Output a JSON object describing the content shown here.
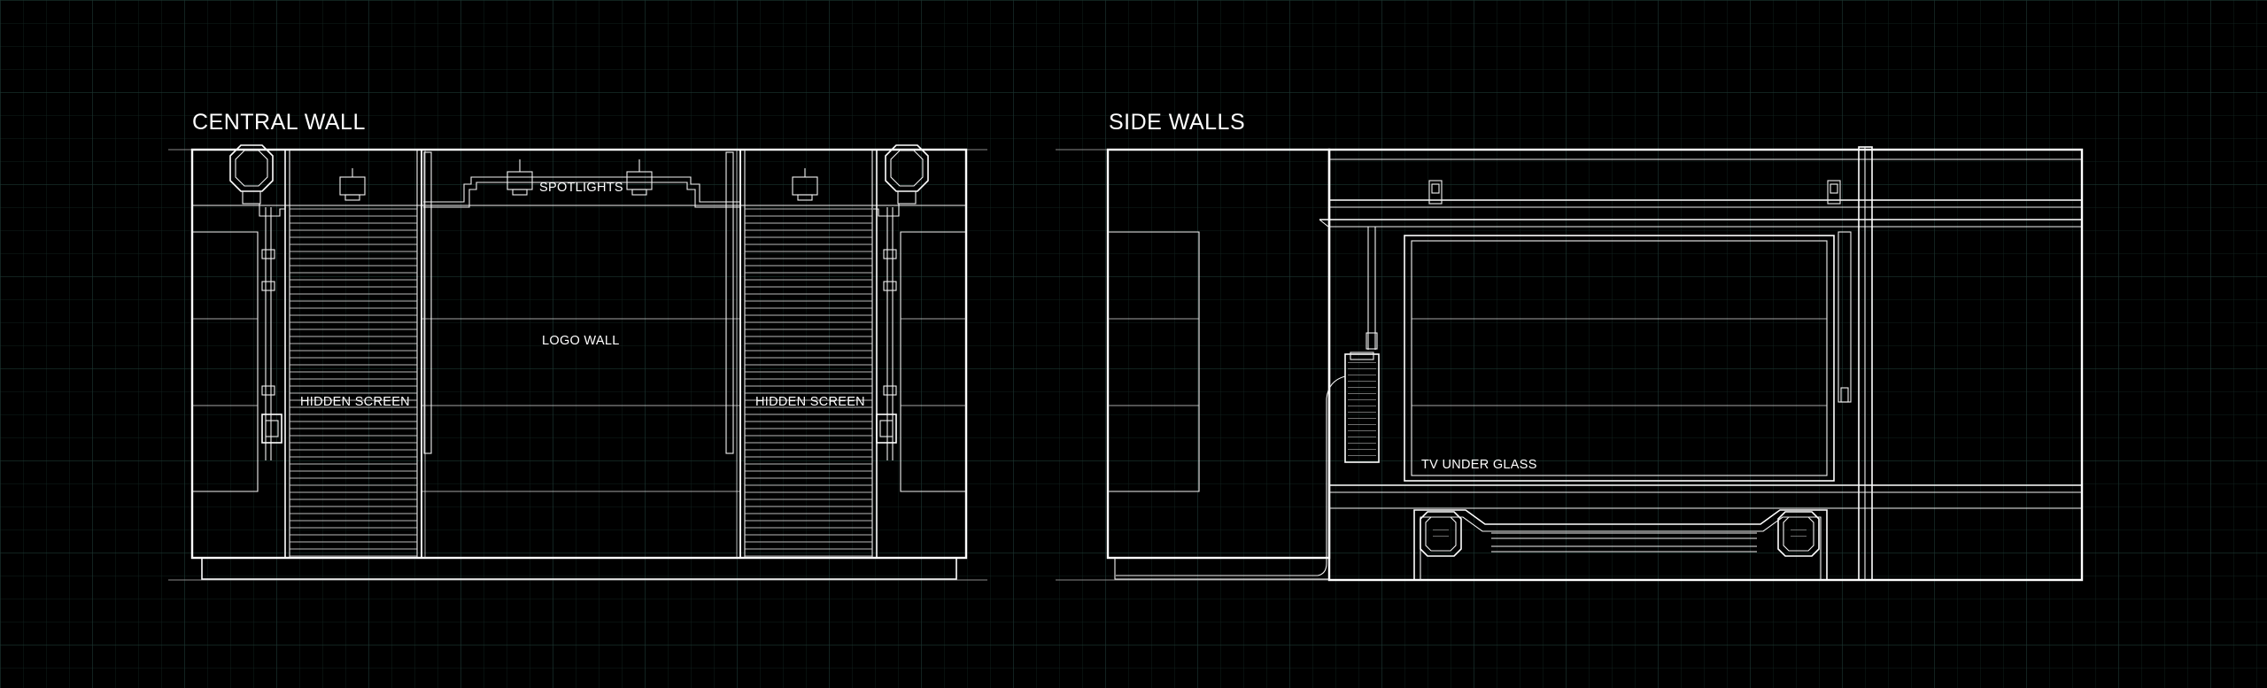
{
  "colors": {
    "background": "#000000",
    "line": "#ffffff",
    "grid_minor": "#10201d",
    "grid_major": "#1b3530"
  },
  "headings": {
    "central_wall": "CENTRAL WALL",
    "side_walls": "SIDE WALLS"
  },
  "labels": {
    "spotlights": "SPOTLIGHTS",
    "logo_wall": "LOGO WALL",
    "hidden_screen_left": "HIDDEN SCREEN",
    "hidden_screen_right": "HIDDEN SCREEN",
    "tv_under_glass": "TV UNDER GLASS"
  }
}
